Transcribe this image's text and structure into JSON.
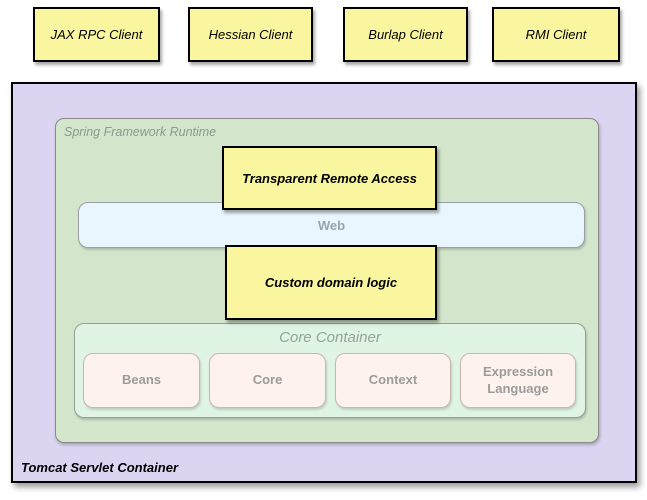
{
  "clients": [
    {
      "label": "JAX RPC Client"
    },
    {
      "label": "Hessian Client"
    },
    {
      "label": "Burlap Client"
    },
    {
      "label": "RMI Client"
    }
  ],
  "tomcat_container": {
    "label": "Tomcat Servlet Container"
  },
  "spring_runtime": {
    "label": "Spring Framework Runtime"
  },
  "layers": {
    "transparent_remote_access": "Transparent Remote Access",
    "web": "Web",
    "custom_domain_logic": "Custom domain logic"
  },
  "core_container": {
    "title": "Core Container",
    "modules": [
      {
        "label": "Beans"
      },
      {
        "label": "Core"
      },
      {
        "label": "Context"
      },
      {
        "label": "Expression Language"
      }
    ]
  },
  "colors": {
    "client_fill": "#faf6a0",
    "tomcat_fill": "#dbd5f2",
    "runtime_fill": "#d3e5cb",
    "web_fill": "#e9f6fd",
    "core_fill": "#dff4e3",
    "module_fill": "#fdf2ee",
    "box_border": "#000000",
    "muted_text": "#96a29b"
  }
}
